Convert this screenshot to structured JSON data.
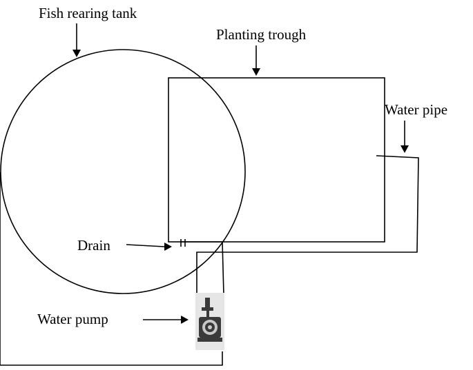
{
  "labels": {
    "fish_rearing_tank": "Fish rearing tank",
    "planting_trough": "Planting trough",
    "water_pipe": "Water pipe",
    "drain": "Drain",
    "water_pump": "Water pump"
  },
  "colors": {
    "line": "#000000",
    "background": "#ffffff",
    "pump_body": "#3a3a3a",
    "pump_light": "#c8c8c8"
  },
  "icons": {
    "pump": "water-pump-icon"
  }
}
